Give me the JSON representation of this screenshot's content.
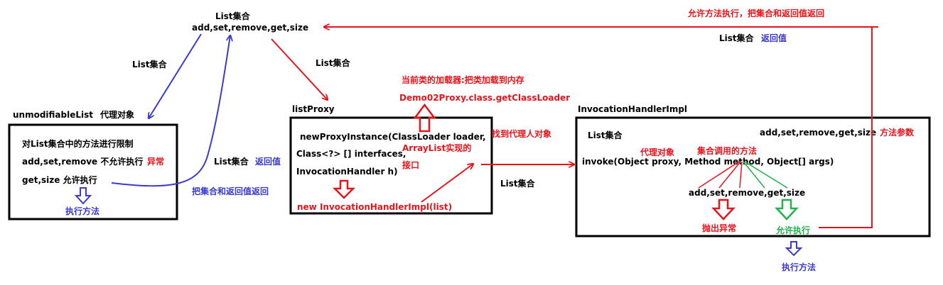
{
  "colors": {
    "red": "#e8141c",
    "blue": "#3a3ad0",
    "green": "#22b14c",
    "black": "#000000"
  },
  "top_label": {
    "line1": "List集合",
    "line2": "add,set,remove,get,size"
  },
  "top_right": {
    "note": "允许方法执行，把集合和返回值返回",
    "list": "List集合",
    "ret": "返回值"
  },
  "edge_labels": {
    "left_up": "List集合",
    "to_proxy": "List集合",
    "middle_return_list": "List集合",
    "middle_return_val": "返回值",
    "middle_return_note": "把集合和返回值返回",
    "to_handler": "List集合",
    "find_proxy": "找到代理人对象"
  },
  "loader_note": {
    "line1": "当前类的加载器:把类加载到内存",
    "line2": "Demo02Proxy.class.getClassLoader"
  },
  "interfaces_note": {
    "line1": "ArrayList实现的",
    "line2": "接口"
  },
  "box1": {
    "title": "unmodifiableList",
    "title_suffix": "代理对象",
    "line1": "对List集合中的方法进行限制",
    "line2_a": "add,set,remove 不允许执行",
    "line2_b": "异常",
    "line3": "get,size  允许执行",
    "footer": "执行方法"
  },
  "box2": {
    "title": "listProxy",
    "line1": "newProxyInstance(ClassLoader loader,",
    "line2": "Class<?> [] interfaces,",
    "line3": "InvocationHandler h)",
    "footer": "new InvocationHandlerImpl(list)"
  },
  "box3": {
    "title": "InvocationHandlerImpl",
    "list": "List集合",
    "methods": "add,set,remove,get,size",
    "params_note": "方法参数",
    "proxy_note": "代理对象",
    "method_note": "集合调用的方法",
    "invoke": "invoke(Object proxy, Method method, Object[] args)",
    "methods_sub": "add,set,remove,get,size",
    "throw": "抛出异常",
    "allow": "允许执行",
    "exec": "执行方法"
  }
}
